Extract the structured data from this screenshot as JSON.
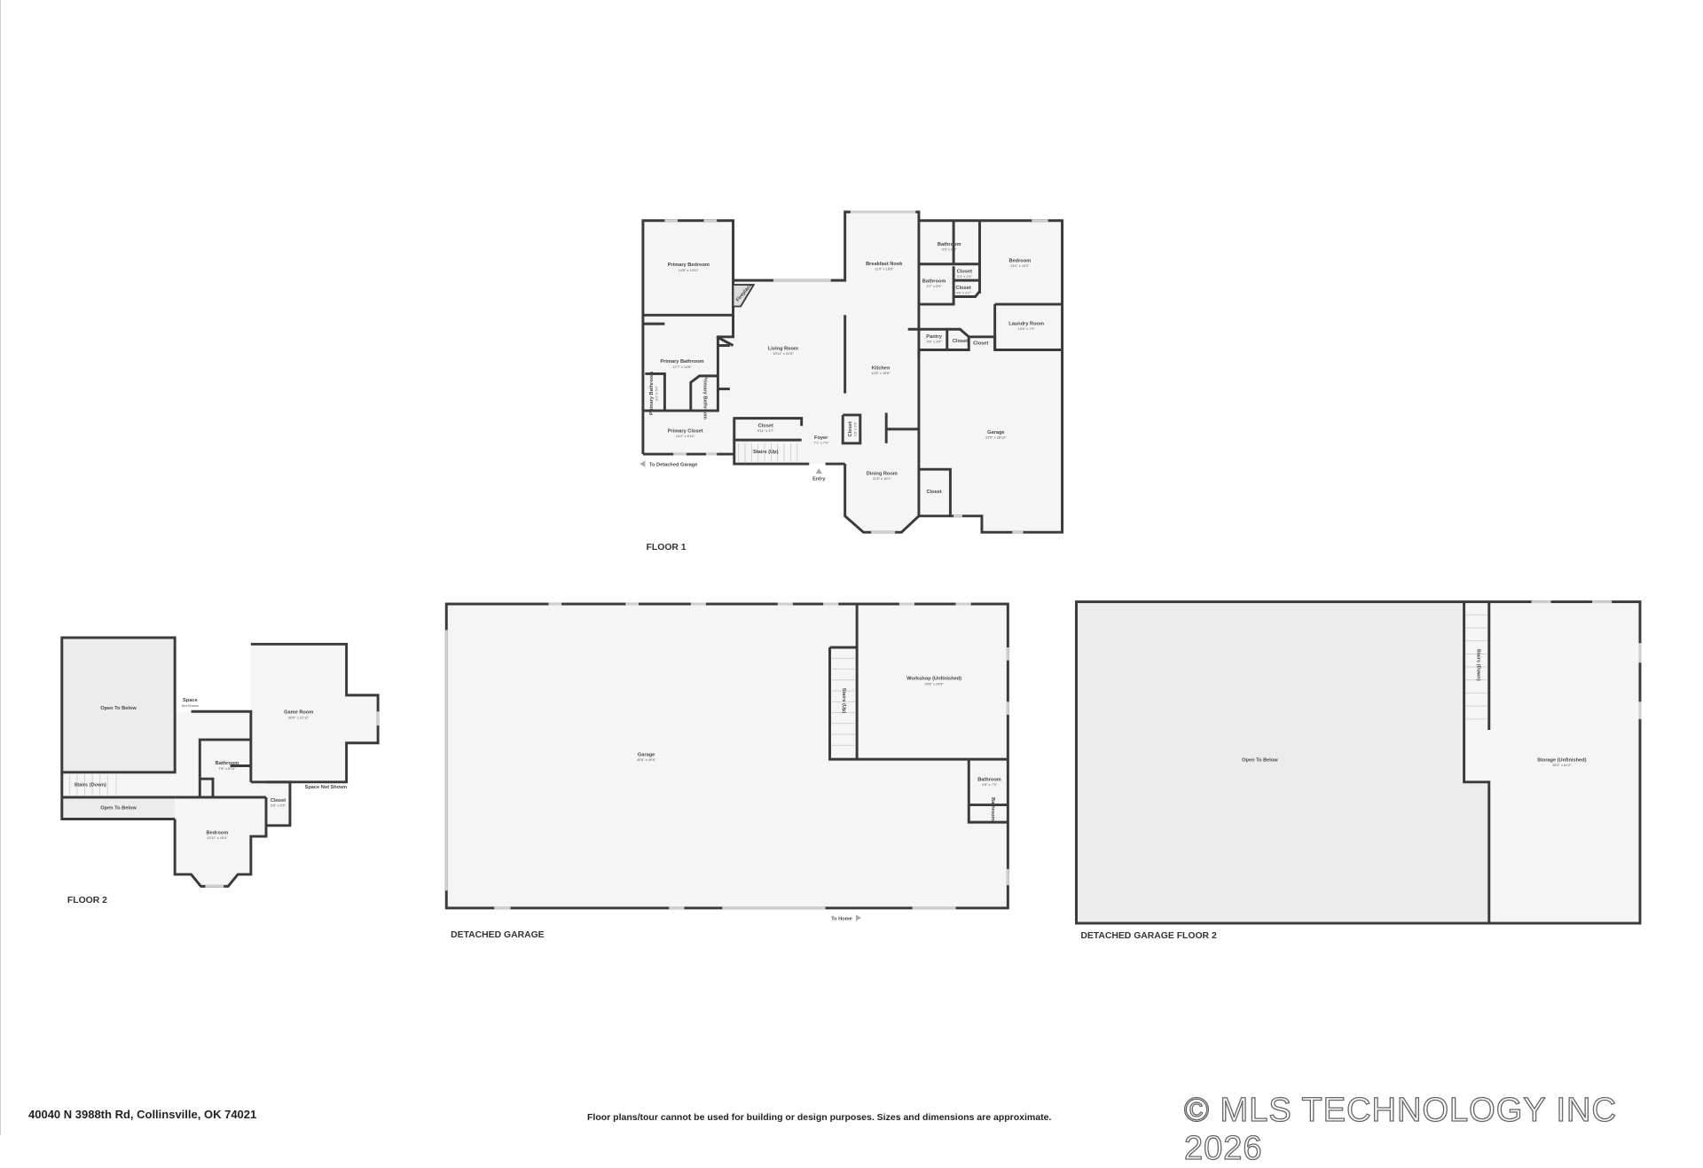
{
  "floors": [
    {
      "title": "FLOOR 1",
      "rooms": [
        {
          "name": "Primary Bedroom",
          "dims": "14'8\" x 14'11\""
        },
        {
          "name": "Living Room",
          "dims": "19'11\" x 21'5\""
        },
        {
          "name": "Breakfast Nook",
          "dims": "11'9\" x 18'6\""
        },
        {
          "name": "Bathroom",
          "dims": "9'3\" x 6'9\""
        },
        {
          "name": "Bedroom",
          "dims": "13'4\" x 14'2\""
        },
        {
          "name": "Closet",
          "dims": "4'4\" x 2'4\""
        },
        {
          "name": "Bathroom",
          "dims": "4'7\" x 5'9\""
        },
        {
          "name": "Closet",
          "dims": "4'4\" x 2'2\""
        },
        {
          "name": "Laundry Room",
          "dims": "10'6\" x 7'0\""
        },
        {
          "name": "Pantry",
          "dims": "4'5\" x 3'0\""
        },
        {
          "name": "Closet",
          "dims": ""
        },
        {
          "name": "Closet",
          "dims": ""
        },
        {
          "name": "Kitchen",
          "dims": "11'8\" x 15'8\""
        },
        {
          "name": "Primary Bathroom",
          "dims": "11'7\" x 14'8\""
        },
        {
          "name": "Primary Bathroom",
          "dims": "3'2\" x 5'4\""
        },
        {
          "name": "Primary Bathroom",
          "dims": ""
        },
        {
          "name": "Primary Closet",
          "dims": "14'2\" x 6'10\""
        },
        {
          "name": "Closet",
          "dims": "9'11\" x 3'7\""
        },
        {
          "name": "Stairs (Up)",
          "dims": ""
        },
        {
          "name": "Foyer",
          "dims": "7'1\" x 7'4\""
        },
        {
          "name": "Closet",
          "dims": "2'3\" x 3'9\""
        },
        {
          "name": "Garage",
          "dims": "22'5\" x 28'10\""
        },
        {
          "name": "Dining Room",
          "dims": "11'8\" x 16'1\""
        },
        {
          "name": "Closet",
          "dims": ""
        },
        {
          "name": "Fireplace",
          "dims": ""
        },
        {
          "name": "Entry",
          "dims": ""
        },
        {
          "name": "To Detached Garage",
          "dims": ""
        }
      ]
    },
    {
      "title": "FLOOR 2",
      "rooms": [
        {
          "name": "Open To Below",
          "dims": ""
        },
        {
          "name": "Space",
          "dims": "Not Shown"
        },
        {
          "name": "Game Room",
          "dims": "20'0\" x 21'11\""
        },
        {
          "name": "Bathroom",
          "dims": "7'8\" x 8'10\""
        },
        {
          "name": "Stairs (Down)",
          "dims": ""
        },
        {
          "name": "Open To Below",
          "dims": ""
        },
        {
          "name": "Closet",
          "dims": "3'8\" x 6'5\""
        },
        {
          "name": "Space Not Shown",
          "dims": ""
        },
        {
          "name": "Bedroom",
          "dims": "13'11\" x 16'4\""
        }
      ]
    },
    {
      "title": "DETACHED GARAGE",
      "rooms": [
        {
          "name": "Garage",
          "dims": "40'6\" x 40'6\""
        },
        {
          "name": "Workshop (Unfinished)",
          "dims": "24'8\" x 24'8\""
        },
        {
          "name": "Stairs (Up)",
          "dims": ""
        },
        {
          "name": "Bathroom",
          "dims": "4'8\" x 7'0\""
        },
        {
          "name": "Bathroom",
          "dims": ""
        },
        {
          "name": "To Home",
          "dims": ""
        }
      ]
    },
    {
      "title": "DETACHED GARAGE FLOOR 2",
      "rooms": [
        {
          "name": "Open To Below",
          "dims": ""
        },
        {
          "name": "Storage (Unfinished)",
          "dims": "28'0\" x 51'2\""
        },
        {
          "name": "Stairs (Down)",
          "dims": ""
        }
      ]
    }
  ],
  "footer": {
    "address": "40040 N 3988th Rd, Collinsville, OK 74021",
    "disclaimer": "Floor plans/tour cannot be used for building or design purposes. Sizes and dimensions are approximate.",
    "copyright": "© MLS TECHNOLOGY INC 2026"
  }
}
